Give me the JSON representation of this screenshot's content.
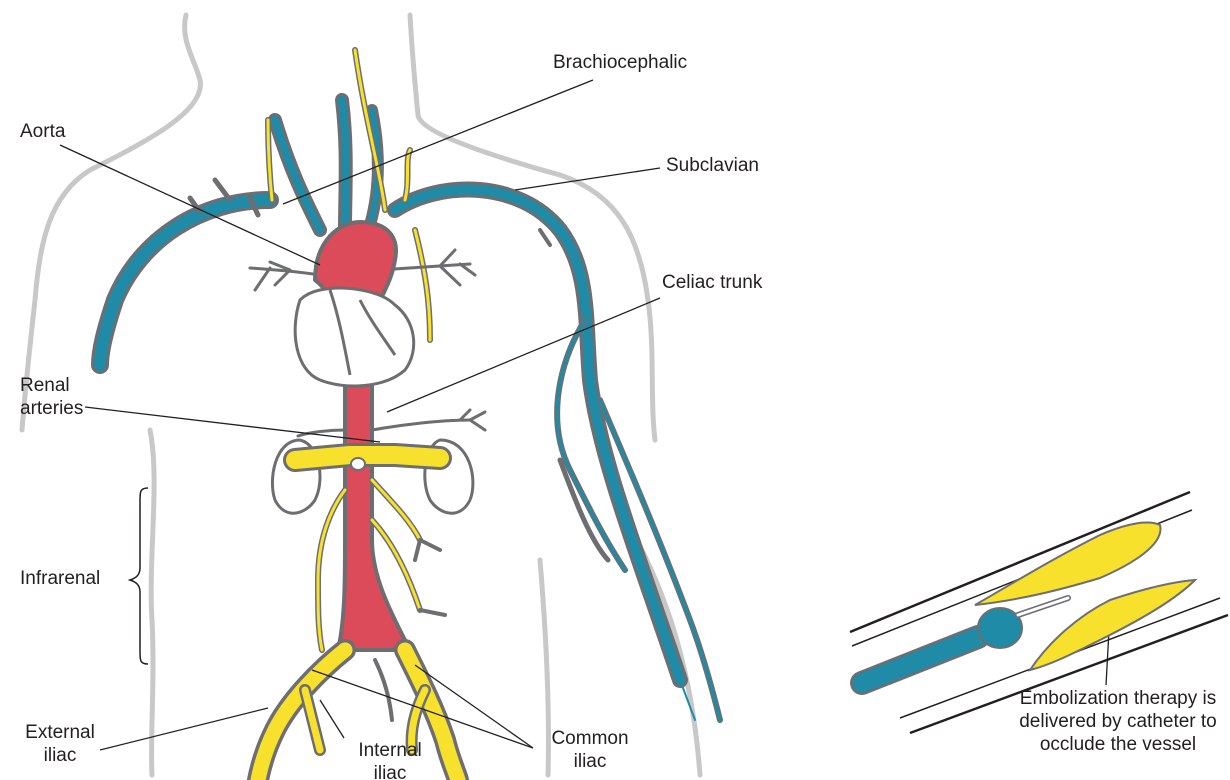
{
  "labels": {
    "brachiocephalic": "Brachiocephalic",
    "aorta": "Aorta",
    "subclavian": "Subclavian",
    "celiac_trunk": "Celiac trunk",
    "renal_arteries_line1": "Renal",
    "renal_arteries_line2": "arteries",
    "infrarenal": "Infrarenal",
    "external_iliac_line1": "External",
    "external_iliac_line2": "iliac",
    "internal_iliac_line1": "Internal",
    "internal_iliac_line2": "iliac",
    "common_iliac_line1": "Common",
    "common_iliac_line2": "iliac",
    "embolization_line1": "Embolization therapy is",
    "embolization_line2": "delivered by catheter to",
    "embolization_line3": "occlude the vessel"
  },
  "colors": {
    "aorta_red": "#dc4b5a",
    "vein_blue": "#1f8ba6",
    "vessel_yellow": "#f7e12d",
    "outline_gray": "#6d6e71",
    "body_outline": "#c8c8c8",
    "text": "#231f20"
  }
}
